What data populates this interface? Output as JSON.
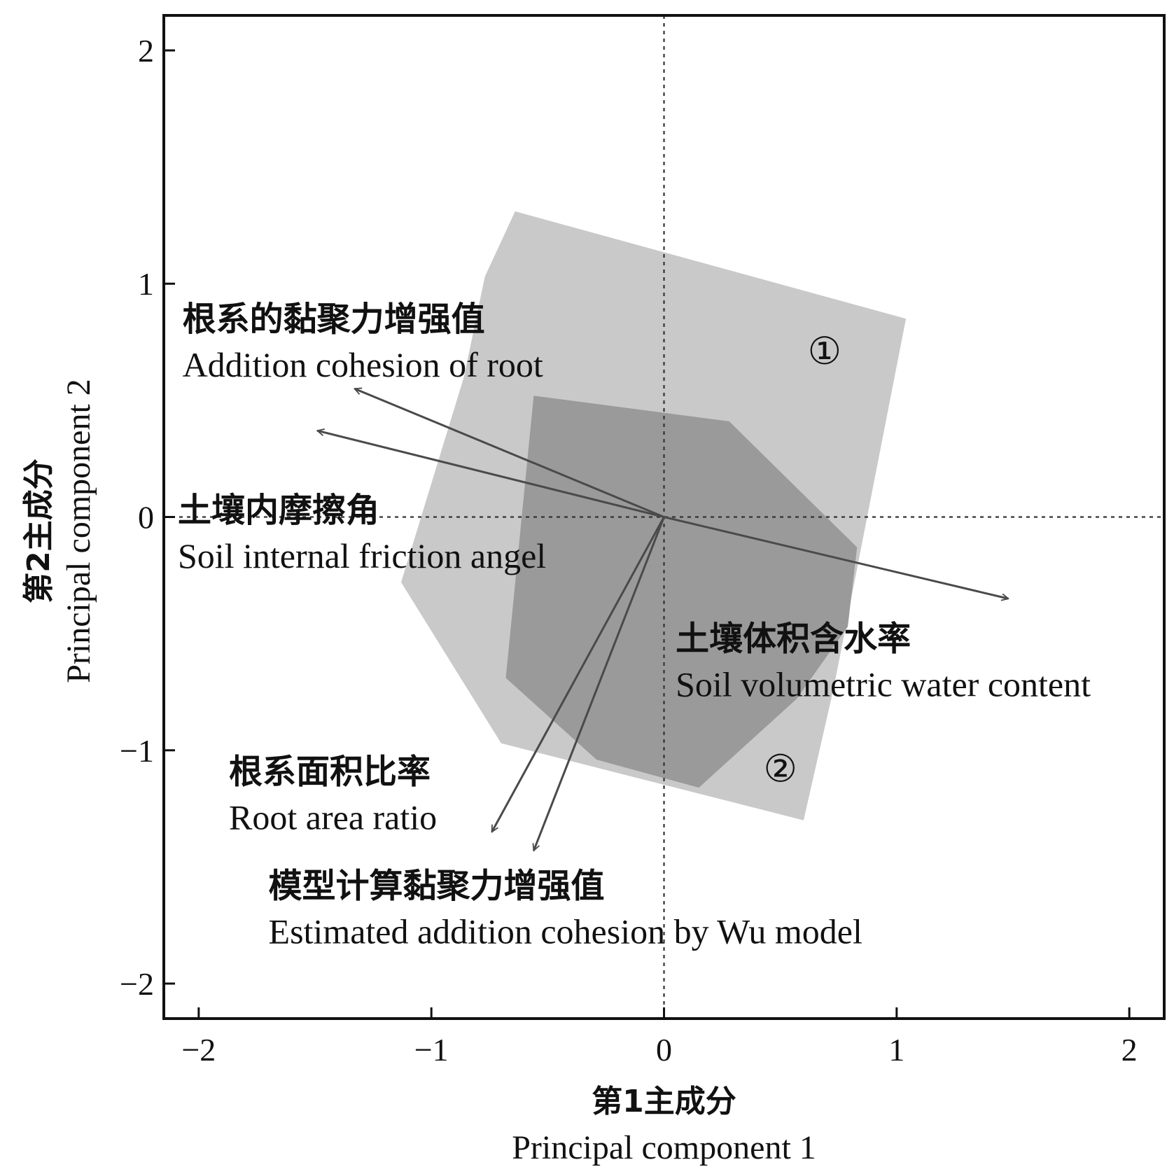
{
  "chart_data": {
    "type": "biplot",
    "xlabel_zh": "第1主成分",
    "xlabel_en": "Principal component 1",
    "ylabel_zh": "第2主成分",
    "ylabel_en": "Principal component 2",
    "xlim": [
      -2.15,
      2.15
    ],
    "ylim": [
      -2.15,
      2.15
    ],
    "xticks": [
      -2,
      -1,
      0,
      1,
      2
    ],
    "yticks": [
      -2,
      -1,
      0,
      1,
      2
    ],
    "xtick_labels": [
      "−2",
      "−1",
      "0",
      "1",
      "2"
    ],
    "ytick_labels": [
      "−2",
      "−1",
      "0",
      "1",
      "2"
    ],
    "grid": false,
    "zero_lines": true,
    "groups": [
      {
        "label": "①",
        "label_pos": [
          0.69,
          0.71
        ],
        "color": "#c9c9c9",
        "polygon": [
          [
            -0.64,
            1.31
          ],
          [
            -0.77,
            1.03
          ],
          [
            -0.86,
            0.6
          ],
          [
            -1.13,
            -0.28
          ],
          [
            -0.7,
            -0.97
          ],
          [
            0.6,
            -1.3
          ],
          [
            0.73,
            -0.73
          ],
          [
            1.04,
            0.85
          ]
        ]
      },
      {
        "label": "②",
        "label_pos": [
          0.5,
          -1.08
        ],
        "color": "#9a9a9a",
        "polygon": [
          [
            -0.56,
            0.52
          ],
          [
            0.28,
            0.41
          ],
          [
            0.83,
            -0.13
          ],
          [
            0.79,
            -0.47
          ],
          [
            0.57,
            -0.78
          ],
          [
            0.15,
            -1.16
          ],
          [
            -0.29,
            -1.04
          ],
          [
            -0.68,
            -0.69
          ]
        ]
      }
    ],
    "vectors": [
      {
        "name_zh": "根系的黏聚力增强值",
        "name_en": "Addition cohesion of root",
        "x": -1.33,
        "y": 0.55,
        "label_pos": [
          -2.07,
          0.8
        ]
      },
      {
        "name_zh": "土壤内摩擦角",
        "name_en": "Soil internal friction angel",
        "x": -1.49,
        "y": 0.37,
        "label_pos": [
          -2.09,
          -0.02
        ]
      },
      {
        "name_zh": "土壤体积含水率",
        "name_en": "Soil volumetric water content",
        "x": 1.48,
        "y": -0.35,
        "label_pos": [
          0.05,
          -0.57
        ]
      },
      {
        "name_zh": "根系面积比率",
        "name_en": "Root area ratio",
        "x": -0.74,
        "y": -1.35,
        "label_pos": [
          -1.87,
          -1.14
        ]
      },
      {
        "name_zh": "模型计算黏聚力增强值",
        "name_en": "Estimated addition cohesion by Wu model",
        "x": -0.56,
        "y": -1.43,
        "label_pos": [
          -1.7,
          -1.63
        ]
      }
    ]
  }
}
